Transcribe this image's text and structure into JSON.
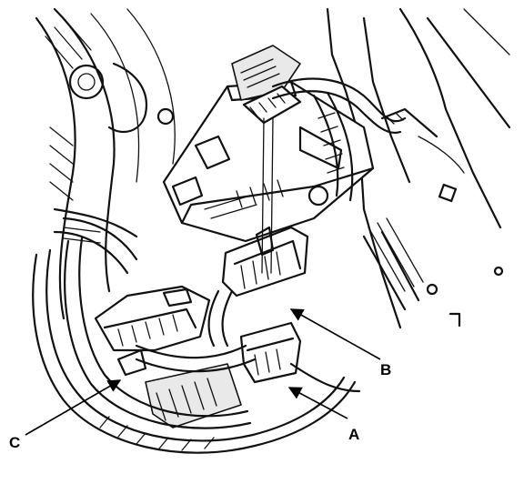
{
  "callouts": [
    {
      "id": "A",
      "label": "A"
    },
    {
      "id": "B",
      "label": "B"
    },
    {
      "id": "C",
      "label": "C"
    }
  ],
  "colors": {
    "ink": "#111111",
    "paper": "#ffffff"
  }
}
